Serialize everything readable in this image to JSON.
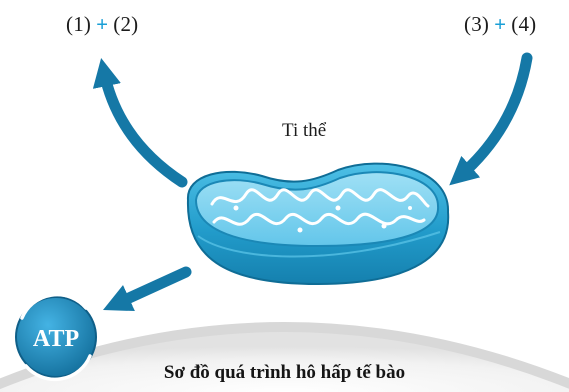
{
  "diagram": {
    "products": {
      "left": "(1)",
      "operator": "+",
      "right": "(2)"
    },
    "inputs": {
      "left": "(3)",
      "operator": "+",
      "right": "(4)"
    },
    "organelle_label": "Ti thể",
    "atp_label": "ATP",
    "caption": "Sơ đồ quá trình hô hấp tế bào"
  },
  "colors": {
    "arrow": "#1578a6",
    "mitochondrion_outer": "#2aa3cf",
    "mitochondrion_inner": "#7fd2ef",
    "atp_fill": "#1e8fc6",
    "plus_sign": "#1a9fd6",
    "background_arc": "#dedede"
  },
  "icons": {
    "mitochondrion": "mitochondrion-icon",
    "atp": "atp-badge-icon"
  }
}
